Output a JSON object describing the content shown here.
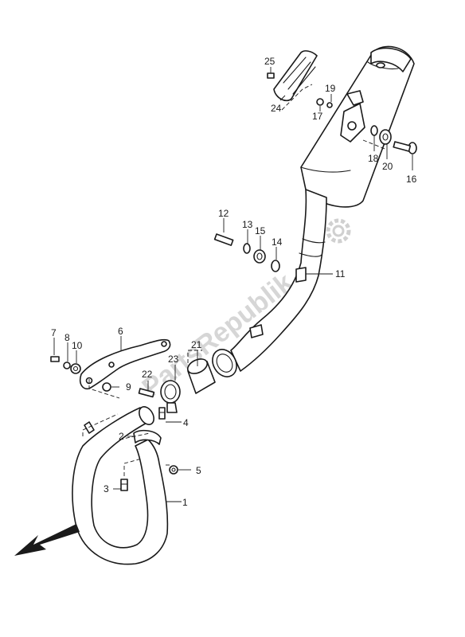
{
  "watermark": "PartsRepublik",
  "callouts": {
    "c1": "1",
    "c2": "2",
    "c3": "3",
    "c4": "4",
    "c5": "5",
    "c6": "6",
    "c7": "7",
    "c8": "8",
    "c9": "9",
    "c10": "10",
    "c11": "11",
    "c12": "12",
    "c13": "13",
    "c14": "14",
    "c15": "15",
    "c16": "16",
    "c17": "17",
    "c18": "18",
    "c19": "19",
    "c20": "20",
    "c21": "21",
    "c22": "22",
    "c23": "23",
    "c24": "24",
    "c25": "25"
  },
  "icons": {
    "direction": "front-direction-arrow-icon",
    "watermark_logo": "gear-logo-icon"
  }
}
